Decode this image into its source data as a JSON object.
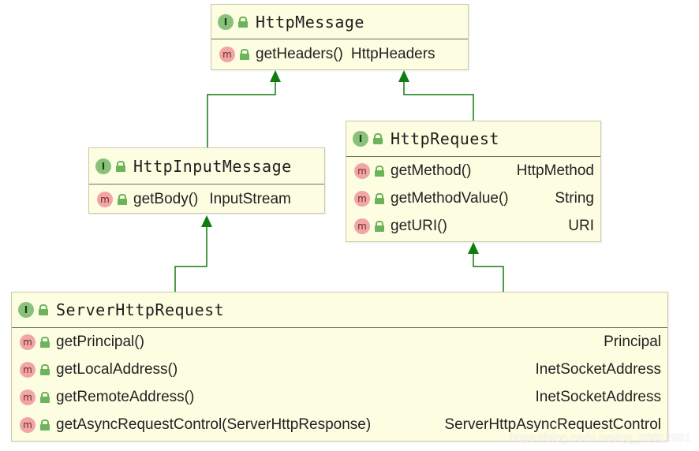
{
  "classes": {
    "http_message": {
      "title": "HttpMessage",
      "methods": [
        {
          "name": "getHeaders()",
          "ret": "HttpHeaders"
        }
      ]
    },
    "http_input_message": {
      "title": "HttpInputMessage",
      "methods": [
        {
          "name": "getBody()",
          "ret": "InputStream"
        }
      ]
    },
    "http_request": {
      "title": "HttpRequest",
      "methods": [
        {
          "name": "getMethod()",
          "ret": "HttpMethod"
        },
        {
          "name": "getMethodValue()",
          "ret": "String"
        },
        {
          "name": "getURI()",
          "ret": "URI"
        }
      ]
    },
    "server_http_request": {
      "title": "ServerHttpRequest",
      "methods": [
        {
          "name": "getPrincipal()",
          "ret": "Principal"
        },
        {
          "name": "getLocalAddress()",
          "ret": "InetSocketAddress"
        },
        {
          "name": "getRemoteAddress()",
          "ret": "InetSocketAddress"
        },
        {
          "name": "getAsyncRequestControl(ServerHttpResponse)",
          "ret": "ServerHttpAsyncRequestControl"
        }
      ]
    }
  },
  "badges": {
    "interface": "I",
    "method": "m"
  },
  "colors": {
    "box_fill": "#fdfde2",
    "arrow": "#107c10"
  },
  "watermark": "https://blog.csdn.net/qq_33012981"
}
